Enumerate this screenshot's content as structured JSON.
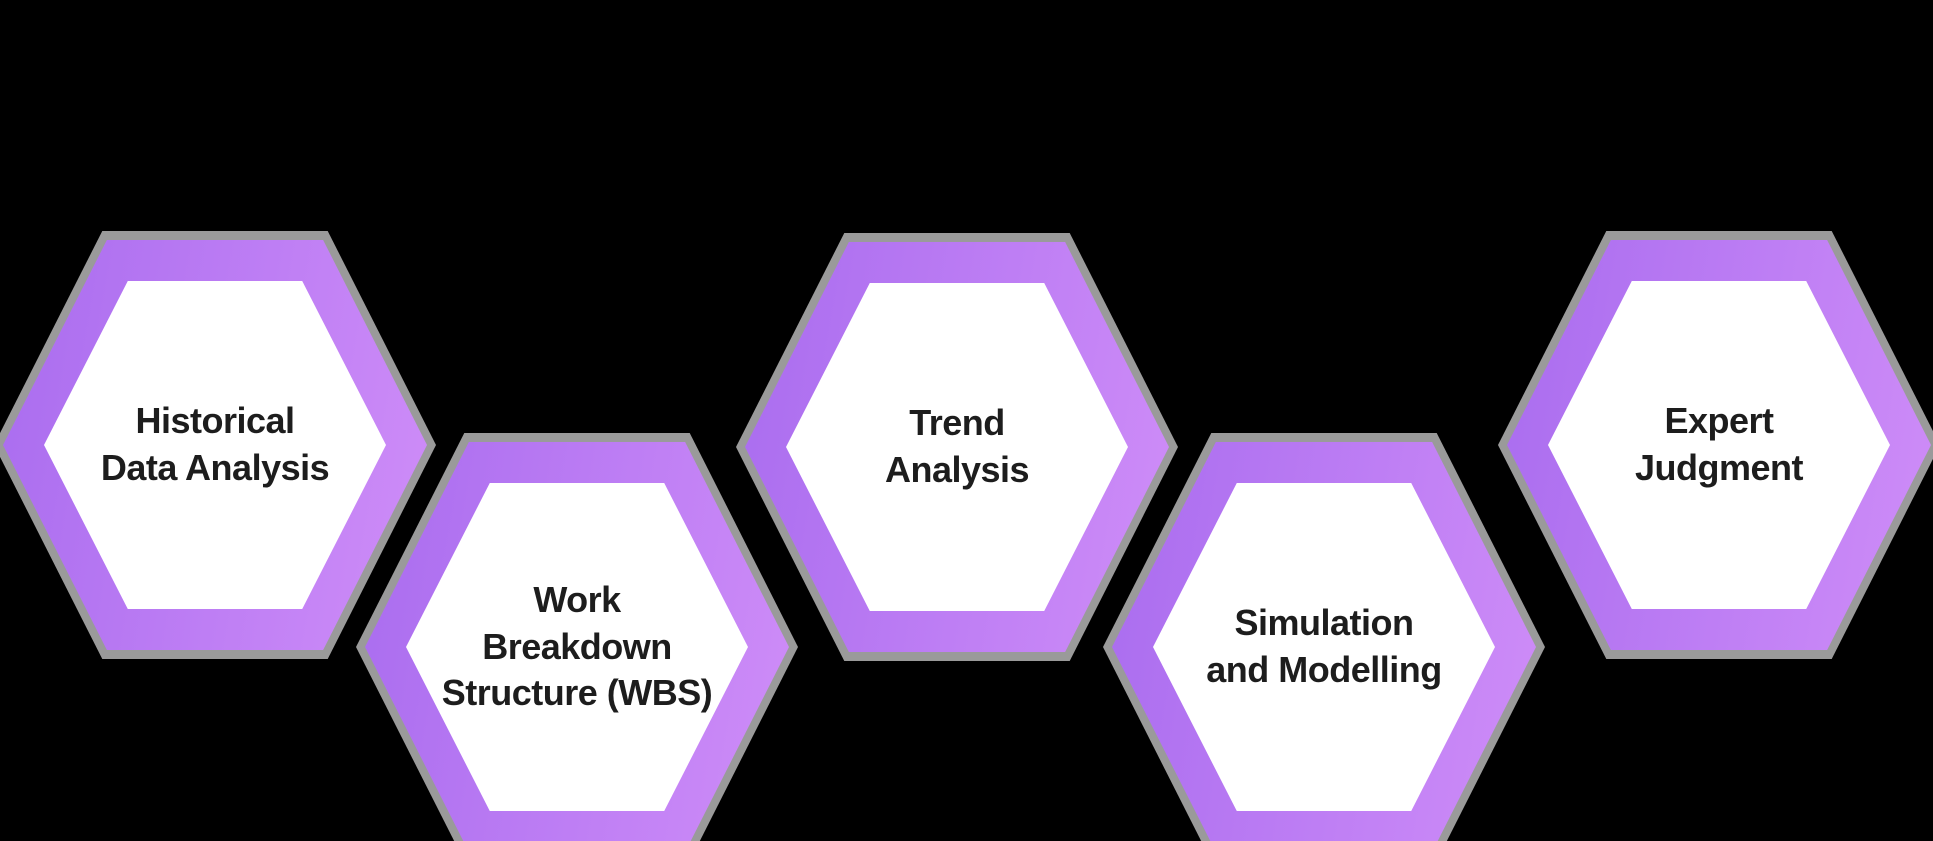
{
  "diagram": {
    "background_color": "#000000",
    "hexagon_style": {
      "border_gradient_start": "#a96cef",
      "border_gradient_end": "#cf8df8",
      "fill_color": "#ffffff",
      "shadow_color": "#9a9a9a",
      "text_color": "#1d1d1d"
    },
    "hexagons": [
      {
        "name": "historical-data-analysis",
        "row": "top",
        "lines": [
          "Historical",
          "Data Analysis"
        ]
      },
      {
        "name": "work-breakdown-structure",
        "row": "bottom",
        "lines": [
          "Work",
          "Breakdown",
          "Structure (WBS)"
        ]
      },
      {
        "name": "trend-analysis",
        "row": "top",
        "lines": [
          "Trend",
          "Analysis"
        ]
      },
      {
        "name": "simulation-and-modelling",
        "row": "bottom",
        "lines": [
          "Simulation",
          "and Modelling"
        ]
      },
      {
        "name": "expert-judgment",
        "row": "top",
        "lines": [
          "Expert",
          "Judgment"
        ]
      }
    ]
  }
}
